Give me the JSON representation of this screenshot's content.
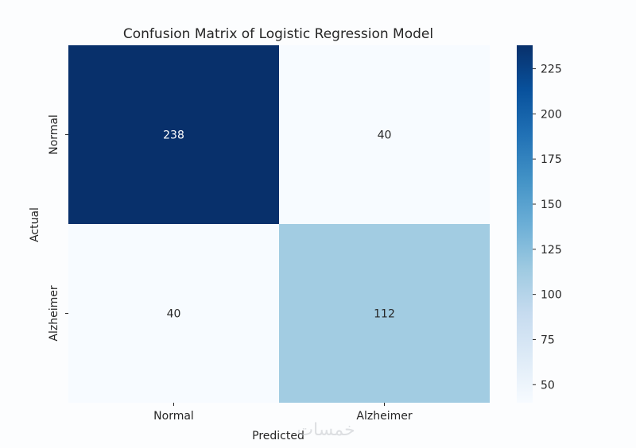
{
  "chart_data": {
    "type": "heatmap",
    "title": "Confusion Matrix of Logistic Regression Model",
    "xlabel": "Predicted",
    "ylabel": "Actual",
    "x_categories": [
      "Normal",
      "Alzheimer"
    ],
    "y_categories": [
      "Normal",
      "Alzheimer"
    ],
    "values": [
      [
        238,
        40
      ],
      [
        40,
        112
      ]
    ],
    "colormap": "Blues",
    "colorbar": {
      "ticks": [
        50,
        75,
        100,
        125,
        150,
        175,
        200,
        225
      ],
      "range": [
        40,
        238
      ]
    },
    "grid": false
  },
  "watermark": "خمسات",
  "colors": {
    "background": "#fcfdfe",
    "low": "#f7fbff",
    "high": "#08306b",
    "text_dark": "#262626",
    "text_light": "#ffffff"
  }
}
